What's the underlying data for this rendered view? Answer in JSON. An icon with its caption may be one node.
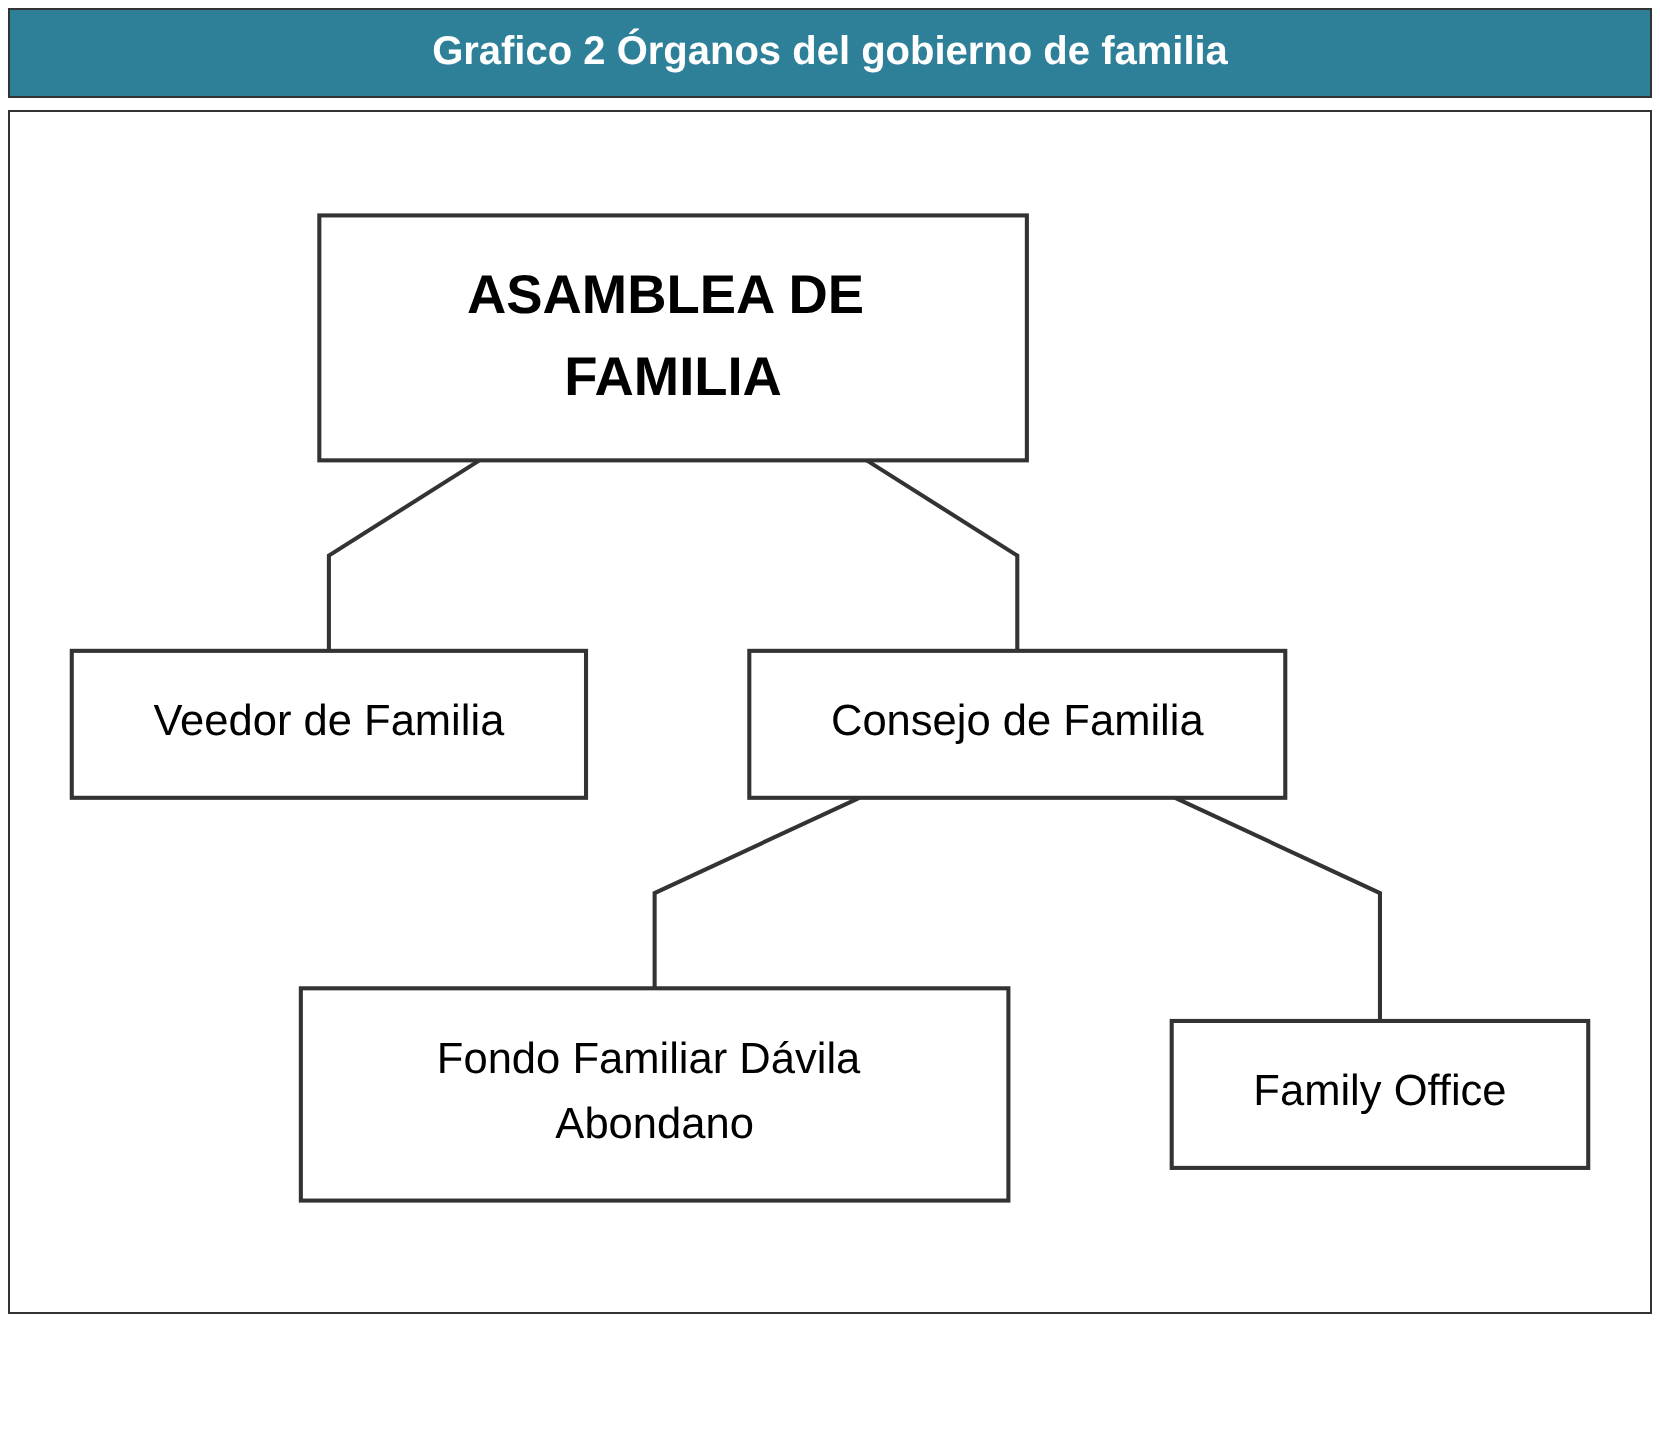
{
  "diagram": {
    "title": "Grafico 2 Órganos del gobierno de familia",
    "nodes": [
      {
        "text": [
          "ASAMBLEA DE FAMILIA"
        ]
      },
      {
        "text": [
          "Veedor de Familia"
        ]
      },
      {
        "text": [
          "Consejo de Familia"
        ]
      },
      {
        "text": [
          "Fondo Familiar Dávila Abondano"
        ]
      },
      {
        "text": [
          "Family Office"
        ]
      }
    ],
    "edges": [
      {
        "from": 0,
        "to": 1,
        "arrow": "none"
      },
      {
        "from": 0,
        "to": 2,
        "arrow": "none"
      },
      {
        "from": 2,
        "to": 3,
        "arrow": "none"
      },
      {
        "from": 2,
        "to": 4,
        "arrow": "none"
      }
    ]
  }
}
